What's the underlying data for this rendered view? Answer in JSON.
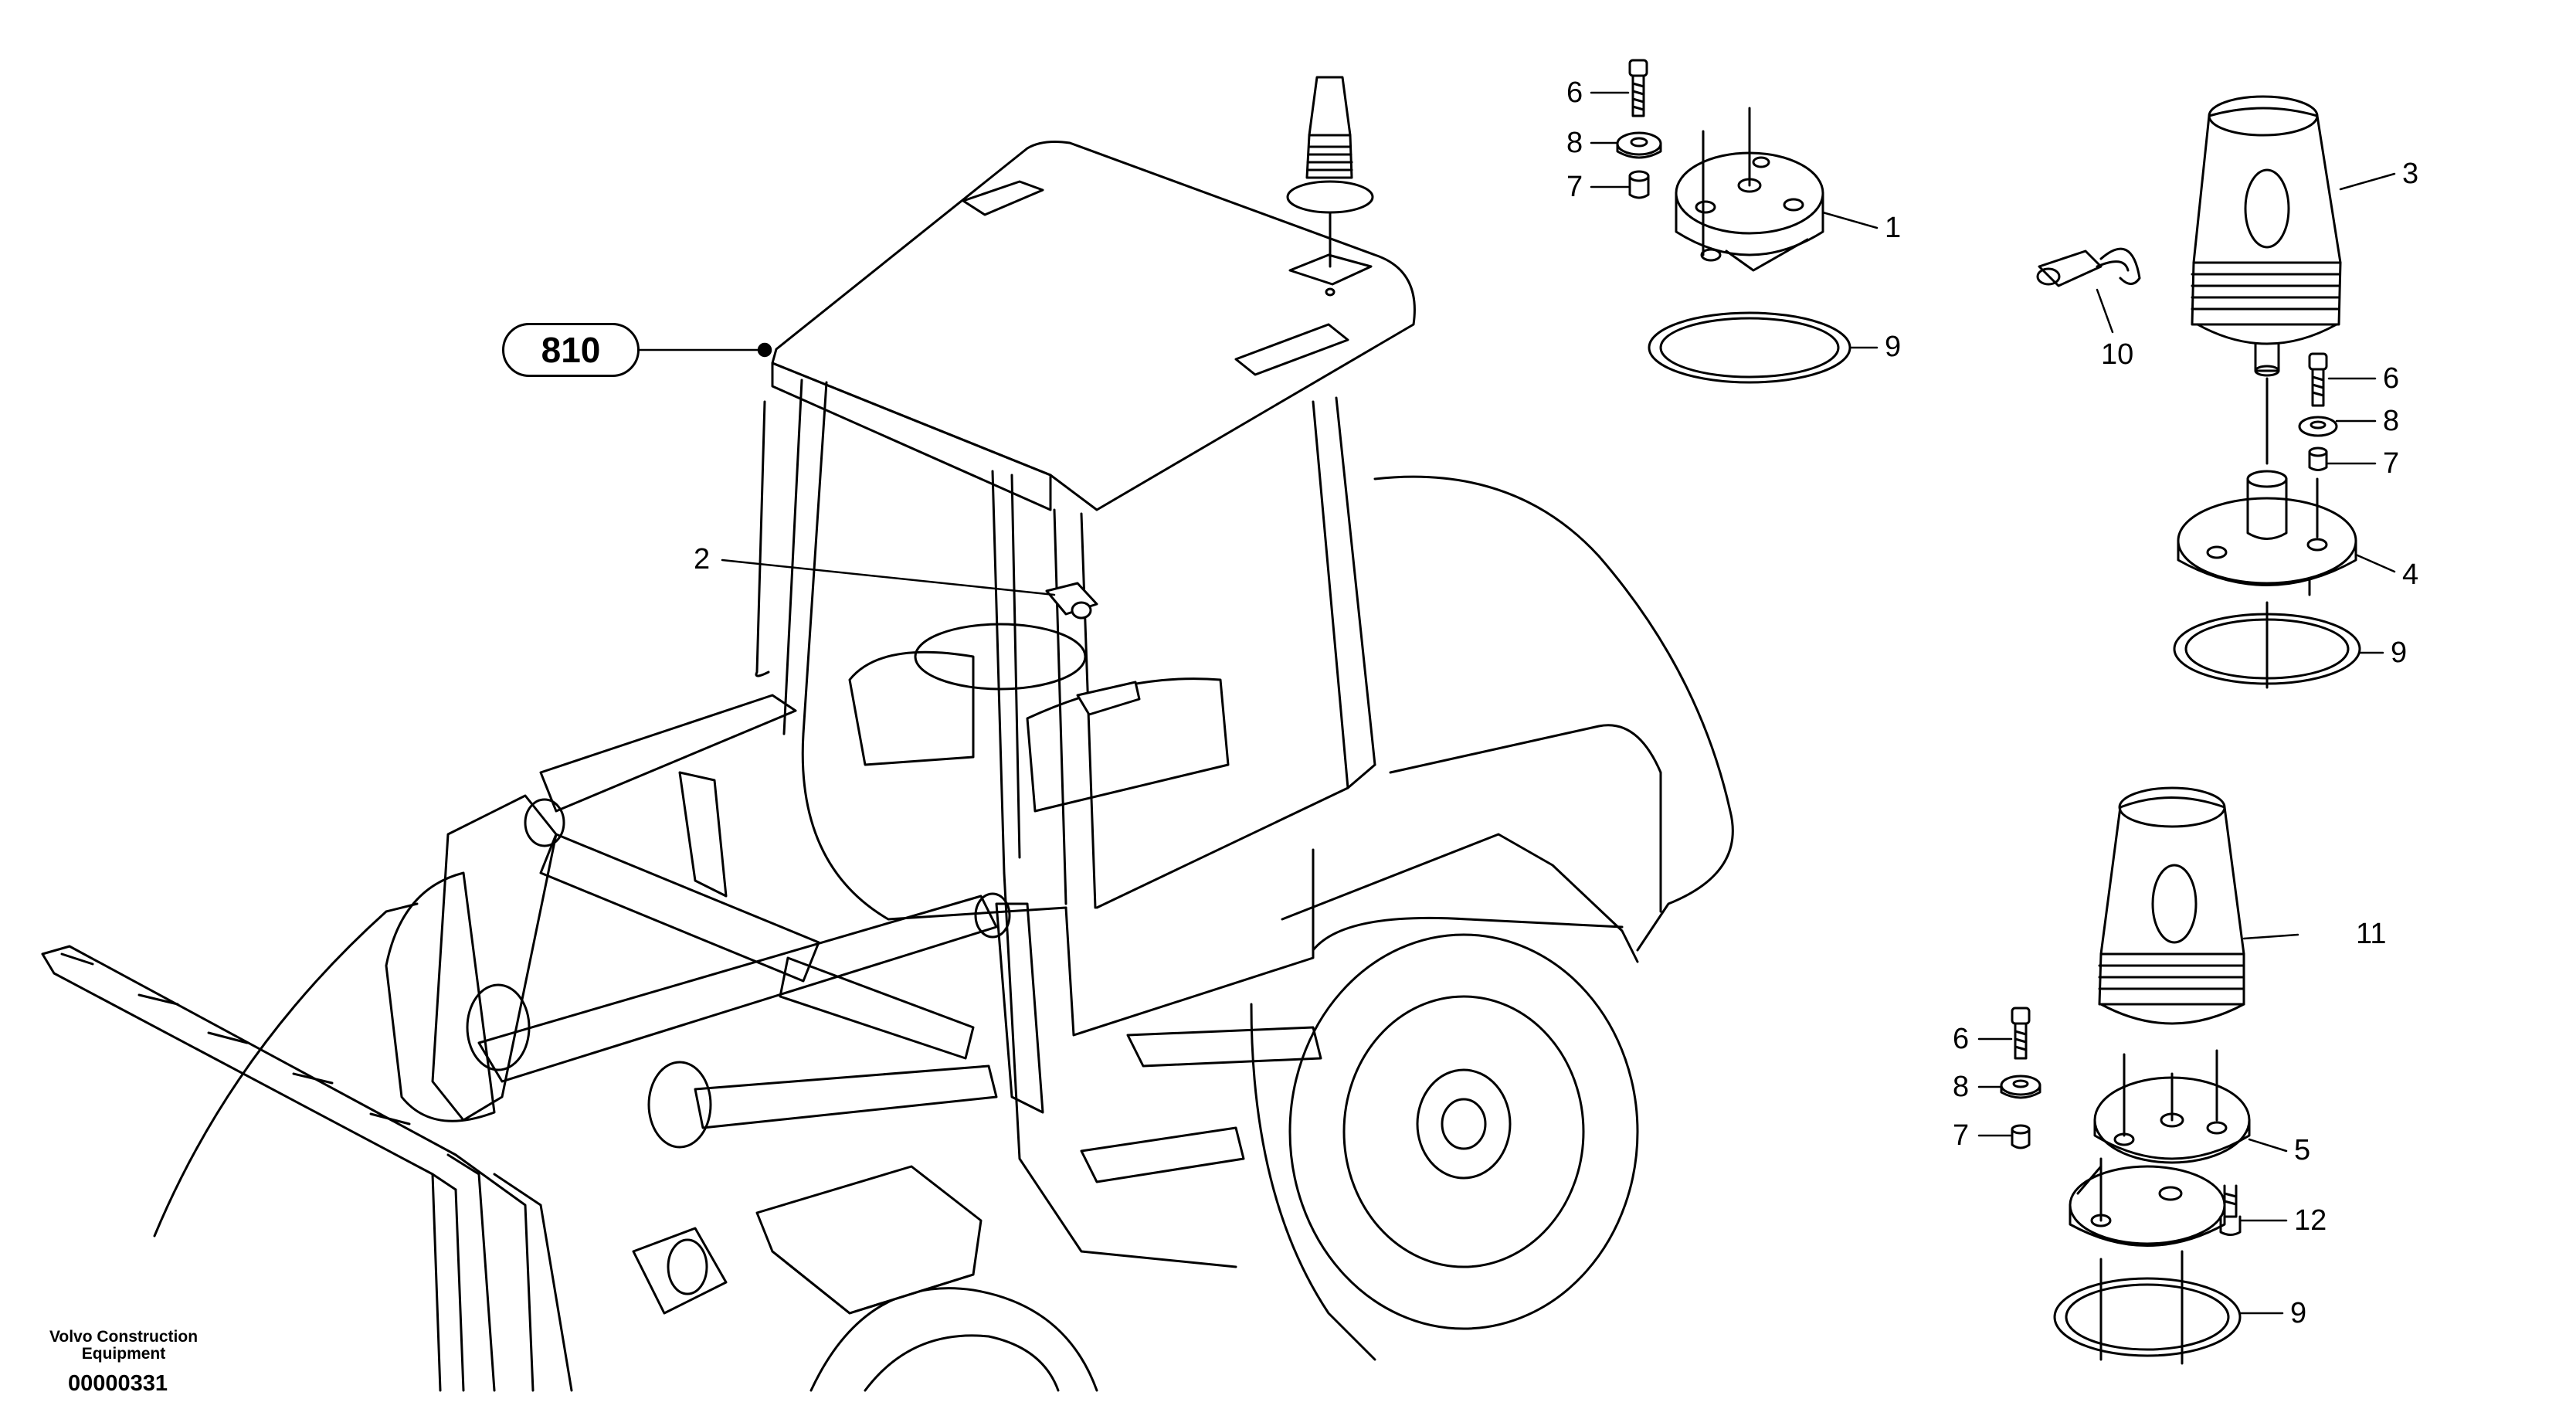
{
  "reference": {
    "label": "810"
  },
  "callouts": {
    "c1": "1",
    "c2": "2",
    "c3": "3",
    "c4": "4",
    "c5": "5",
    "c6a": "6",
    "c6b": "6",
    "c6c": "6",
    "c7a": "7",
    "c7b": "7",
    "c7c": "7",
    "c8a": "8",
    "c8b": "8",
    "c8c": "8",
    "c9a": "9",
    "c9b": "9",
    "c9c": "9",
    "c10": "10",
    "c11": "11",
    "c12": "12"
  },
  "footer": {
    "brand_line1": "Volvo Construction",
    "brand_line2": "Equipment",
    "image_code": "00000331"
  }
}
